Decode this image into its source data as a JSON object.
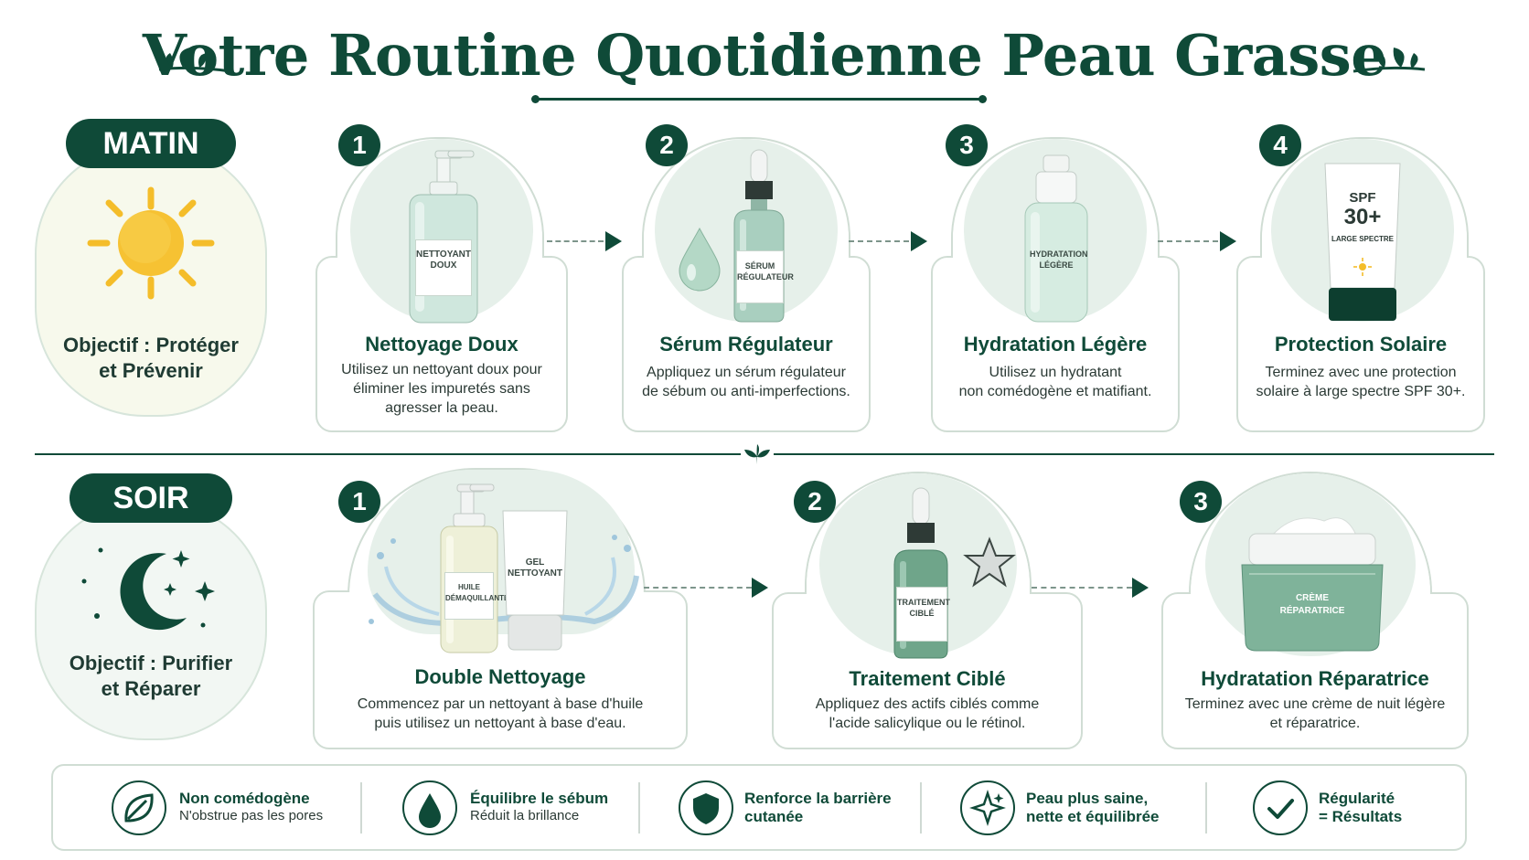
{
  "title": "Votre Routine Quotidienne Peau Grasse",
  "colors": {
    "primary": "#0f4a38",
    "accent_sun": "#f4bd2a",
    "mint": "#e6f0ea"
  },
  "morning": {
    "badge": "MATIN",
    "icon": "sun-icon",
    "objective_line1": "Objectif : Protéger",
    "objective_line2": "et Prévenir",
    "steps": [
      {
        "number": "1",
        "title": "Nettoyage Doux",
        "desc1": "Utilisez un nettoyant doux pour",
        "desc2": "éliminer les impuretés sans",
        "desc3": "agresser la peau.",
        "product_label1": "NETTOYANT",
        "product_label2": "DOUX"
      },
      {
        "number": "2",
        "title": "Sérum Régulateur",
        "desc1": "Appliquez un sérum régulateur",
        "desc2": "de sébum ou anti-imperfections.",
        "product_label1": "SÉRUM",
        "product_label2": "RÉGULATEUR"
      },
      {
        "number": "3",
        "title": "Hydratation Légère",
        "desc1": "Utilisez un hydratant",
        "desc2": "non comédogène et matifiant.",
        "product_label1": "HYDRATATION",
        "product_label2": "LÉGÈRE"
      },
      {
        "number": "4",
        "title": "Protection Solaire",
        "desc1": "Terminez avec une protection",
        "desc2": "solaire à large spectre SPF 30+.",
        "product_label1": "SPF",
        "product_label2": "30+",
        "product_label3": "LARGE SPECTRE"
      }
    ]
  },
  "evening": {
    "badge": "SOIR",
    "icon": "moon-icon",
    "objective_line1": "Objectif : Purifier",
    "objective_line2": "et Réparer",
    "steps": [
      {
        "number": "1",
        "title": "Double Nettoyage",
        "desc1": "Commencez par un nettoyant à base d'huile",
        "desc2": "puis utilisez un nettoyant à base d'eau.",
        "product_label1": "HUILE",
        "product_label2": "DÉMAQUILLANTE",
        "product_label3": "GEL",
        "product_label4": "NETTOYANT"
      },
      {
        "number": "2",
        "title": "Traitement Ciblé",
        "desc1": "Appliquez des actifs ciblés comme",
        "desc2": "l'acide salicylique ou le rétinol.",
        "product_label1": "TRAITEMENT",
        "product_label2": "CIBLÉ"
      },
      {
        "number": "3",
        "title": "Hydratation Réparatrice",
        "desc1": "Terminez avec une crème de nuit légère",
        "desc2": "et réparatrice.",
        "product_label1": "CRÈME",
        "product_label2": "RÉPARATRICE"
      }
    ]
  },
  "features": [
    {
      "icon": "leaf-icon",
      "title": "Non comédogène",
      "subtitle": "N'obstrue pas les pores"
    },
    {
      "icon": "drop-icon",
      "title": "Équilibre le sébum",
      "subtitle": "Réduit la brillance"
    },
    {
      "icon": "shield-icon",
      "title": "Renforce la barrière",
      "subtitle": "cutanée"
    },
    {
      "icon": "sparkle-icon",
      "title": "Peau plus saine,",
      "subtitle": "nette et équilibrée"
    },
    {
      "icon": "check-icon",
      "title": "Régularité",
      "subtitle": "= Résultats"
    }
  ]
}
